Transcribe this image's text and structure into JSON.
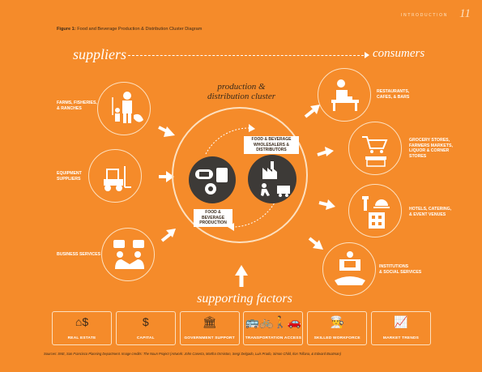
{
  "header": {
    "section": "INTRODUCTION",
    "page_number": "11"
  },
  "figure": {
    "number_label": "Figure 1:",
    "title": "Food and Beverage Production & Distribution Cluster Diagram"
  },
  "flow": {
    "left": "suppliers",
    "right": "consumers"
  },
  "suppliers": [
    {
      "label_lines": [
        "FARMS, FISHERIES,",
        "& RANCHES"
      ],
      "icon": "farmer-icon"
    },
    {
      "label_lines": [
        "EQUIPMENT",
        "SUPPLIERS"
      ],
      "icon": "forklift-icon"
    },
    {
      "label_lines": [
        "BUSINESS SERVICES"
      ],
      "icon": "handshake-icon"
    }
  ],
  "cluster": {
    "title_lines": [
      "production &",
      "distribution cluster"
    ],
    "wholesale_lines": [
      "FOOD & BEVERAGE",
      "WHOLESALERS & DISTRIBUTORS"
    ],
    "production_lines": [
      "FOOD & BEVERAGE",
      "PRODUCTION"
    ]
  },
  "consumers": [
    {
      "label_lines": [
        "RESTAURANTS,",
        "CAFES, & BARS"
      ],
      "icon": "waiter-icon"
    },
    {
      "label_lines": [
        "GROCERY STORES,",
        "FARMERS MARKETS,",
        "LIQUOR & CORNER",
        "STORES"
      ],
      "icon": "grocery-icon"
    },
    {
      "label_lines": [
        "HOTELS, CATERING,",
        "& EVENT VENUES"
      ],
      "icon": "hotel-icon"
    },
    {
      "label_lines": [
        "INSTITUTIONS",
        "& SOCIAL SERVICES"
      ],
      "icon": "serving-icon"
    }
  ],
  "support": {
    "title": "supporting factors",
    "items": [
      {
        "label": "REAL ESTATE",
        "icon": "house-dollar-icon"
      },
      {
        "label": "CAPITAL",
        "icon": "dollar-icon"
      },
      {
        "label": "GOVERNMENT SUPPORT",
        "icon": "capitol-icon"
      },
      {
        "label": "TRANSPORTATION ACCESS",
        "icon": "transport-icon"
      },
      {
        "label": "SKILLED WORKFORCE",
        "icon": "chef-icon"
      },
      {
        "label": "MARKET TRENDS",
        "icon": "trend-icon"
      }
    ]
  },
  "sources": "Sources: SNE, San Francisco Planning Department. Image credits: The Noun Project (Artwork: John Caserta, Martha Ormiston, Sergi Delgado, Luis Prado, Simon Child, Ilon Trillana, & Edward Boatman)",
  "colors": {
    "background": "#f58b2a",
    "dark": "#3d3a37",
    "outline": "#fde0bf"
  }
}
